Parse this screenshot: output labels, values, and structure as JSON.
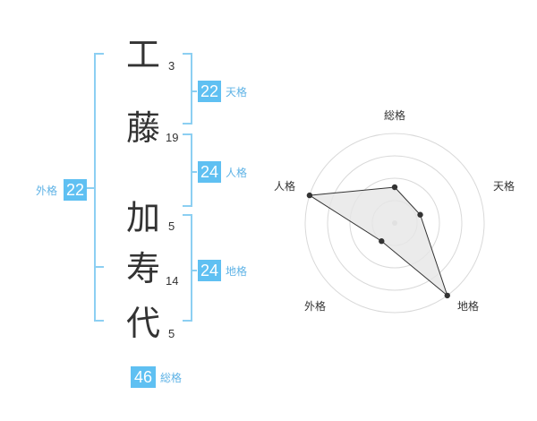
{
  "name": {
    "chars": [
      {
        "char": "工",
        "strokes": "3"
      },
      {
        "char": "藤",
        "strokes": "19"
      },
      {
        "char": "加",
        "strokes": "5"
      },
      {
        "char": "寿",
        "strokes": "14"
      },
      {
        "char": "代",
        "strokes": "5"
      }
    ]
  },
  "kaku": {
    "tenkaku": {
      "label": "天格",
      "value": "22"
    },
    "jinkaku": {
      "label": "人格",
      "value": "24"
    },
    "chikaku": {
      "label": "地格",
      "value": "24"
    },
    "gaikaku": {
      "label": "外格",
      "value": "22"
    },
    "soukaku": {
      "label": "総格",
      "value": "46"
    }
  },
  "colors": {
    "accent": "#5fc0f2",
    "bracket": "#8ccff2",
    "label": "#5fb3e6",
    "text": "#333333"
  },
  "chart_data": {
    "type": "radar",
    "axes": [
      "総格",
      "天格",
      "地格",
      "外格",
      "人格"
    ],
    "values": [
      0.4,
      0.3,
      1.0,
      0.25,
      1.0
    ],
    "range": [
      0,
      1
    ],
    "rings": 4,
    "fill": "#e6e6e6"
  }
}
